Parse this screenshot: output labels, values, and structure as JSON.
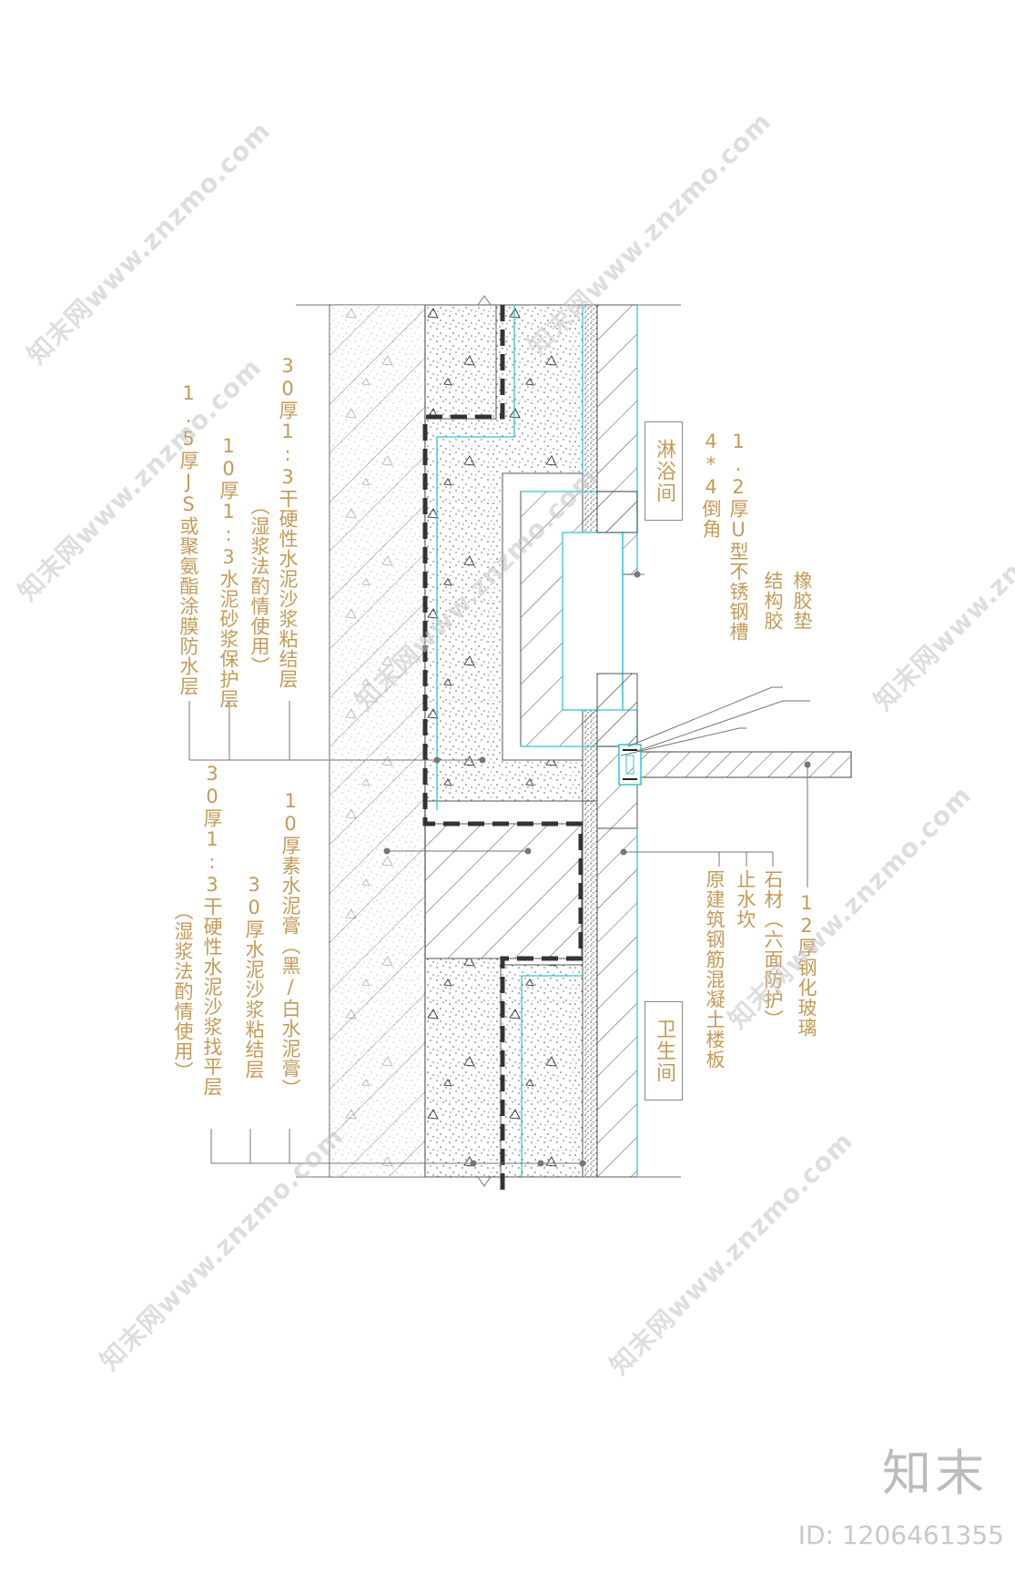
{
  "rooms": {
    "shower": "淋浴间",
    "bathroom": "卫生间"
  },
  "labels_right_upper": {
    "chamfer": "4*4倒角",
    "u_channel": "1.2厚U型不锈钢槽",
    "structural_glue": "结构胶",
    "rubber_pad": "橡胶垫"
  },
  "labels_right_lower": {
    "glass": "12厚钢化玻璃",
    "stone": "石材（六面防护）",
    "water_stop": "止水坎",
    "slab": "原建筑钢筋混凝土楼板"
  },
  "labels_left_upper": {
    "mortar_bond_30": "30厚1:3干硬性水泥沙浆粘结层",
    "mortar_bond_30_note": "（湿浆法酌情使用）",
    "protect_10": "10厚1:3水泥砂浆保护层",
    "waterproof": "1.5厚JS或聚氨酯涂膜防水层"
  },
  "labels_left_lower": {
    "cement_paste": "10厚素水泥膏（黑/白水泥膏）",
    "mortar_30": "30厚水泥沙浆粘结层",
    "leveling_30": "30厚1:3干硬性水泥沙浆找平层",
    "leveling_30_note": "（湿浆法酌情使用）"
  },
  "watermark": {
    "text": "知末网www.znzmo.com",
    "brand": "知末",
    "id": "ID: 1206461355"
  },
  "colors": {
    "label": "#c49a57",
    "cyan_line": "#2ec6d6",
    "waterproof_dash": "#333333",
    "hatch": "#555555"
  }
}
